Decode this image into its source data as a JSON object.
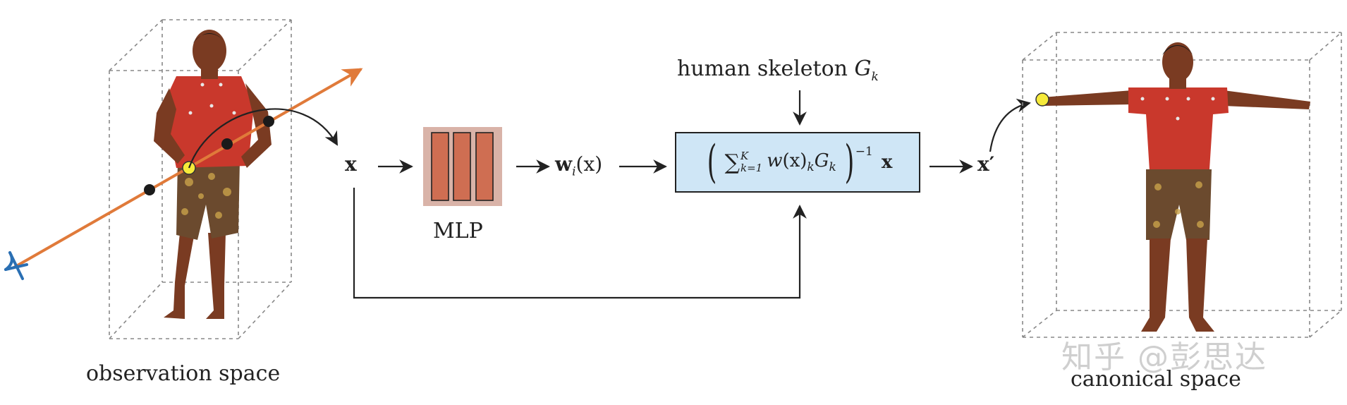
{
  "labels": {
    "observation_space": "observation space",
    "canonical_space": "canonical space",
    "mlp": "MLP",
    "human_skeleton": "human skeleton",
    "skeleton_symbol": "G",
    "skeleton_sub": "k",
    "x": "x",
    "x_prime": "x′",
    "w": "w",
    "w_sub": "i",
    "w_arg": "(x)",
    "formula": {
      "sum_upper": "K",
      "sum_lower": "k=1",
      "w": "w",
      "x_arg": "(x)",
      "k_sub": "k",
      "G": "G",
      "G_sub": "k",
      "exponent": "−1",
      "x": "x"
    }
  },
  "watermark": "知乎 @彭思达",
  "colors": {
    "ray": "#e07a3a",
    "eye": "#2a6fb3",
    "mlp_bg": "#d9b3a8",
    "mlp_bar": "#cf6e52",
    "formula_bg": "#cfe6f6",
    "point_yellow": "#f6ea3a",
    "point_black": "#1a1a1a",
    "shirt": "#c9382c",
    "skin": "#7a3b22",
    "shorts": "#6b4a2e"
  },
  "icons": [
    "eye-icon",
    "human-figure-observation",
    "human-figure-canonical"
  ]
}
